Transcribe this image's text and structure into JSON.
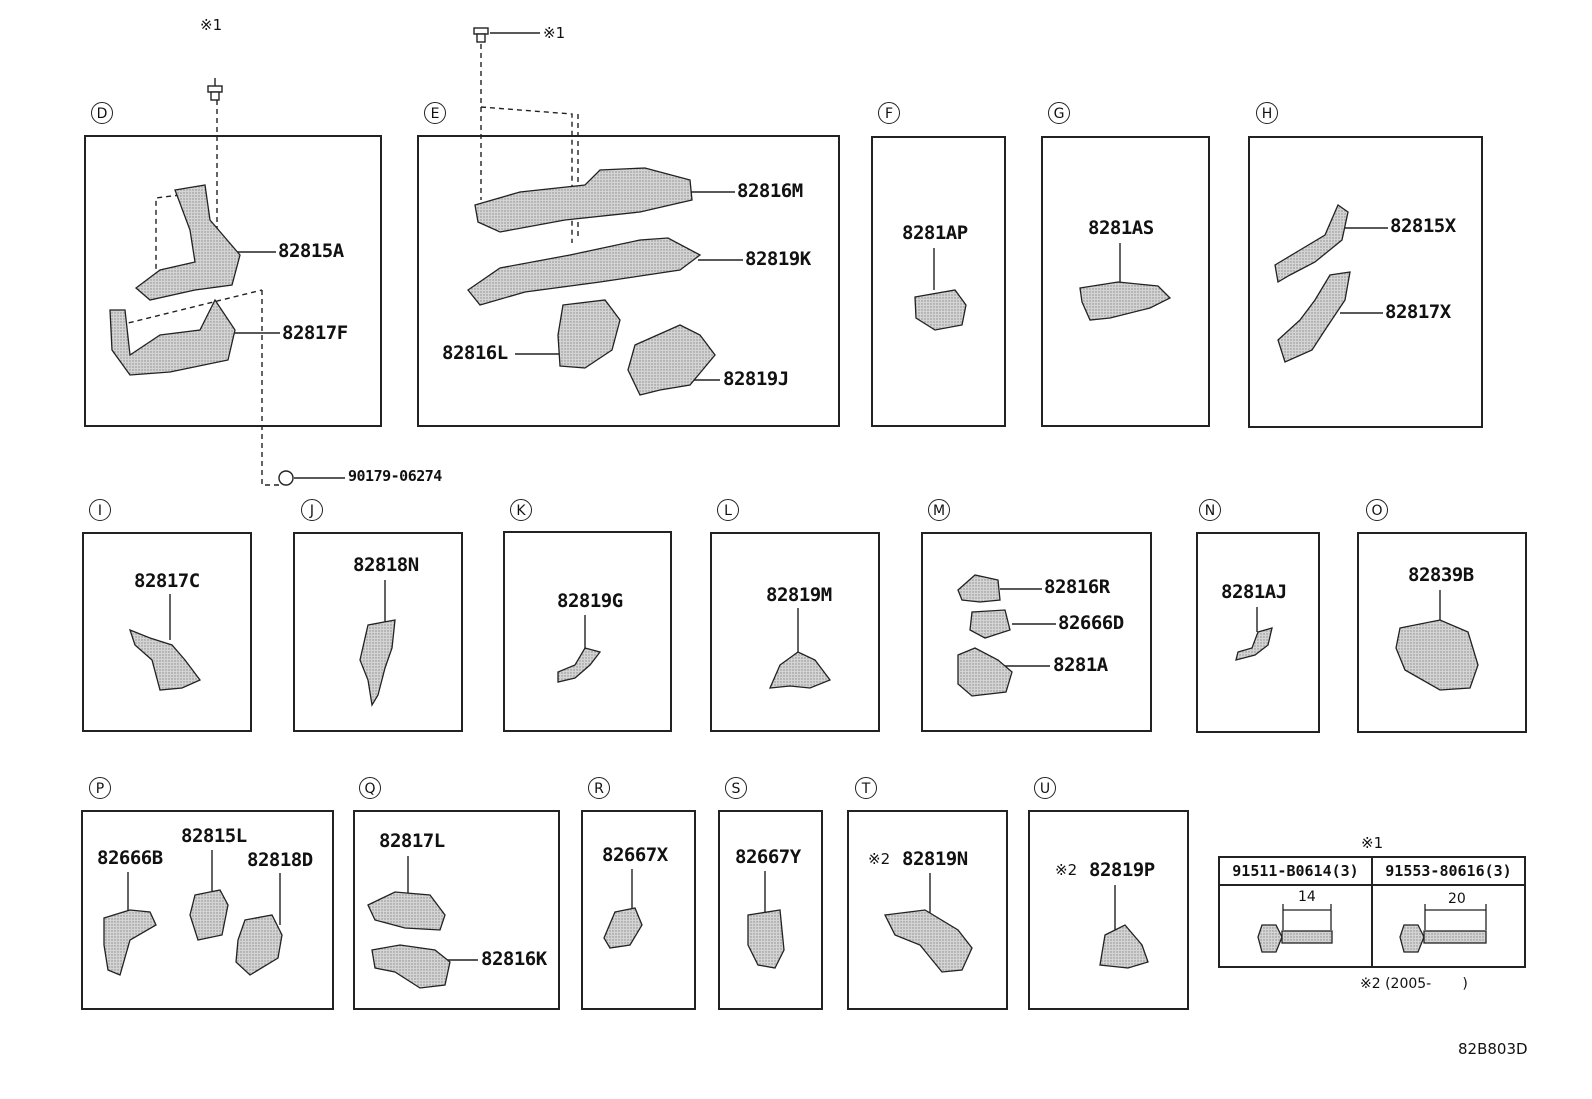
{
  "sections": [
    {
      "id": "D",
      "parts": [
        "82815A",
        "82817F"
      ]
    },
    {
      "id": "E",
      "parts": [
        "82816M",
        "82819K",
        "82816L",
        "82819J"
      ]
    },
    {
      "id": "F",
      "parts": [
        "8281AP"
      ]
    },
    {
      "id": "G",
      "parts": [
        "8281AS"
      ]
    },
    {
      "id": "H",
      "parts": [
        "82815X",
        "82817X"
      ]
    },
    {
      "id": "I",
      "parts": [
        "82817C"
      ]
    },
    {
      "id": "J",
      "parts": [
        "82818N"
      ]
    },
    {
      "id": "K",
      "parts": [
        "82819G"
      ]
    },
    {
      "id": "L",
      "parts": [
        "82819M"
      ]
    },
    {
      "id": "M",
      "parts": [
        "82816R",
        "82666D",
        "8281A"
      ]
    },
    {
      "id": "N",
      "parts": [
        "8281AJ"
      ]
    },
    {
      "id": "O",
      "parts": [
        "82839B"
      ]
    },
    {
      "id": "P",
      "parts": [
        "82666B",
        "82815L",
        "82818D"
      ]
    },
    {
      "id": "Q",
      "parts": [
        "82817L",
        "82816K"
      ]
    },
    {
      "id": "R",
      "parts": [
        "82667X"
      ]
    },
    {
      "id": "S",
      "parts": [
        "82667Y"
      ]
    },
    {
      "id": "T",
      "parts": [
        "82819N"
      ]
    },
    {
      "id": "U",
      "parts": [
        "82819P"
      ]
    }
  ],
  "notes": {
    "ref1": "※1",
    "ref2": "※2",
    "ref2_range": "※2 (2005-       )",
    "clip_part": "90179-06274",
    "diagram_code": "82B803D"
  },
  "bolts": {
    "header_mark": "※1",
    "items": [
      {
        "part": "91511-B0614(3)",
        "length": "14"
      },
      {
        "part": "91553-80616(3)",
        "length": "20"
      }
    ]
  }
}
